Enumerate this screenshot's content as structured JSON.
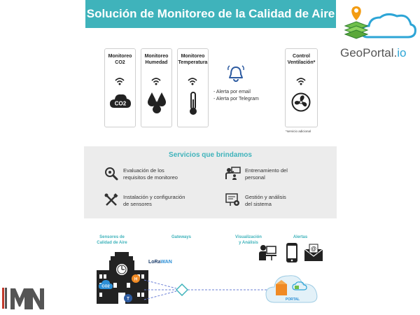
{
  "header": {
    "title": "Solución de Monitoreo de la Calidad de Aire"
  },
  "logo": {
    "name_main": "GeoPortal.",
    "name_accent": "io"
  },
  "sensors": [
    {
      "line1": "Monitoreo",
      "line2": "CO2",
      "icon": "co2-cloud-icon",
      "badge": "CO2"
    },
    {
      "line1": "Monitoreo",
      "line2": "Humedad",
      "icon": "water-drops-icon"
    },
    {
      "line1": "Monitoreo",
      "line2": "Temperatura",
      "icon": "thermometer-icon"
    }
  ],
  "alerts": {
    "icon": "bell-icon",
    "line1": "- Alerta por email",
    "line2": "- Alerta por Telegram"
  },
  "ventilation": {
    "line1": "Control",
    "line2": "Ventilación*",
    "icon": "fan-icon"
  },
  "footnote": "*servicio adicional",
  "services": {
    "title": "Servicios que brindamos",
    "items": [
      {
        "line1": "Evaluación de los",
        "line2": "requisitos de monitoreo",
        "icon": "magnifier-icon"
      },
      {
        "line1": "Entrenamiento del",
        "line2": "personal",
        "icon": "training-icon"
      },
      {
        "line1": "Instalación y configuración",
        "line2": "de sensores",
        "icon": "tools-icon"
      },
      {
        "line1": "Gestión y análisis",
        "line2": "del sistema",
        "icon": "system-management-icon"
      }
    ]
  },
  "diagram": {
    "sensors_label_1": "Sensores de",
    "sensors_label_2": "Calidad de Aire",
    "gateways_label": "Gateways",
    "viz_label_1": "Visualización",
    "viz_label_2": "y Análisis",
    "alerts_label": "Alertas",
    "lora_main": "LoRa",
    "lora_accent": "WAN",
    "portal_label": "PORTAL",
    "badge_co2": "CO2",
    "badge_hum": "H",
    "badge_temp": "T"
  },
  "colors": {
    "accent": "#3fb3bb",
    "dark_icon": "#222222",
    "band_bg": "#ececec",
    "orange": "#f08a24"
  }
}
